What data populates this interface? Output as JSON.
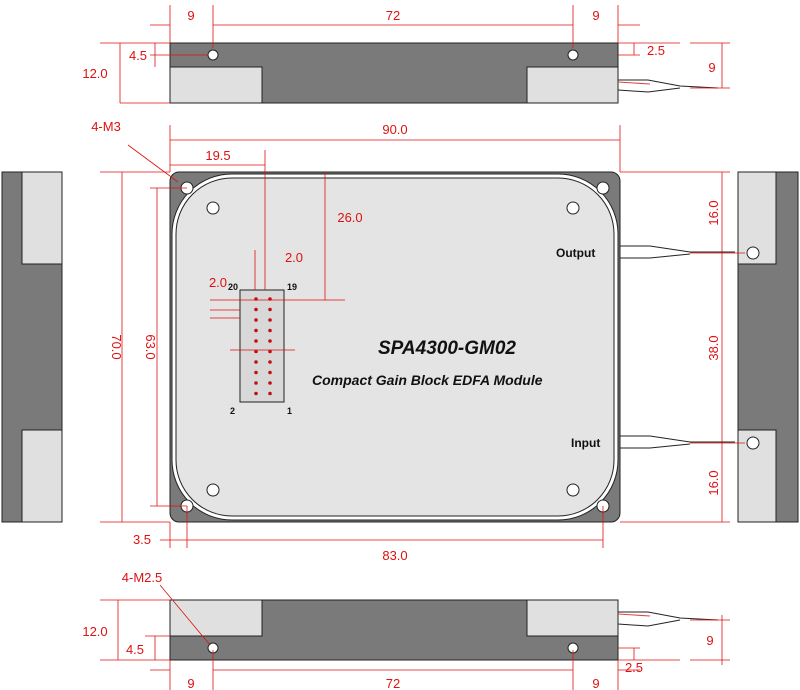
{
  "model": "SPA4300-GM02",
  "description": "Compact Gain Block EDFA Module",
  "ports": {
    "output": "Output",
    "input": "Input"
  },
  "pins": {
    "top_left": "20",
    "top_right": "19",
    "bottom_left": "2",
    "bottom_right": "1"
  },
  "callouts": {
    "mount_holes_top": "4-M3",
    "mount_holes_bottom": "4-M2.5"
  },
  "dims": {
    "top_left_9": "9",
    "top_72": "72",
    "top_right_9": "9",
    "top_4_5": "4.5",
    "top_12_0": "12.0",
    "top_2_5": "2.5",
    "top_fiber_9": "9",
    "width_90": "90.0",
    "pin_offset_19_5": "19.5",
    "pin_offset_26": "26.0",
    "pitch_2_0_a": "2.0",
    "pitch_2_0_b": "2.0",
    "height_70": "70.0",
    "holes_63": "63.0",
    "right_16_top": "16.0",
    "right_38": "38.0",
    "right_16_bottom": "16.0",
    "edge_3_5": "3.5",
    "holes_83": "83.0",
    "bot_12_0": "12.0",
    "bot_4_5": "4.5",
    "bot_fiber_9": "9",
    "bot_2_5": "2.5",
    "bot_left_9": "9",
    "bot_72": "72",
    "bot_right_9": "9"
  }
}
